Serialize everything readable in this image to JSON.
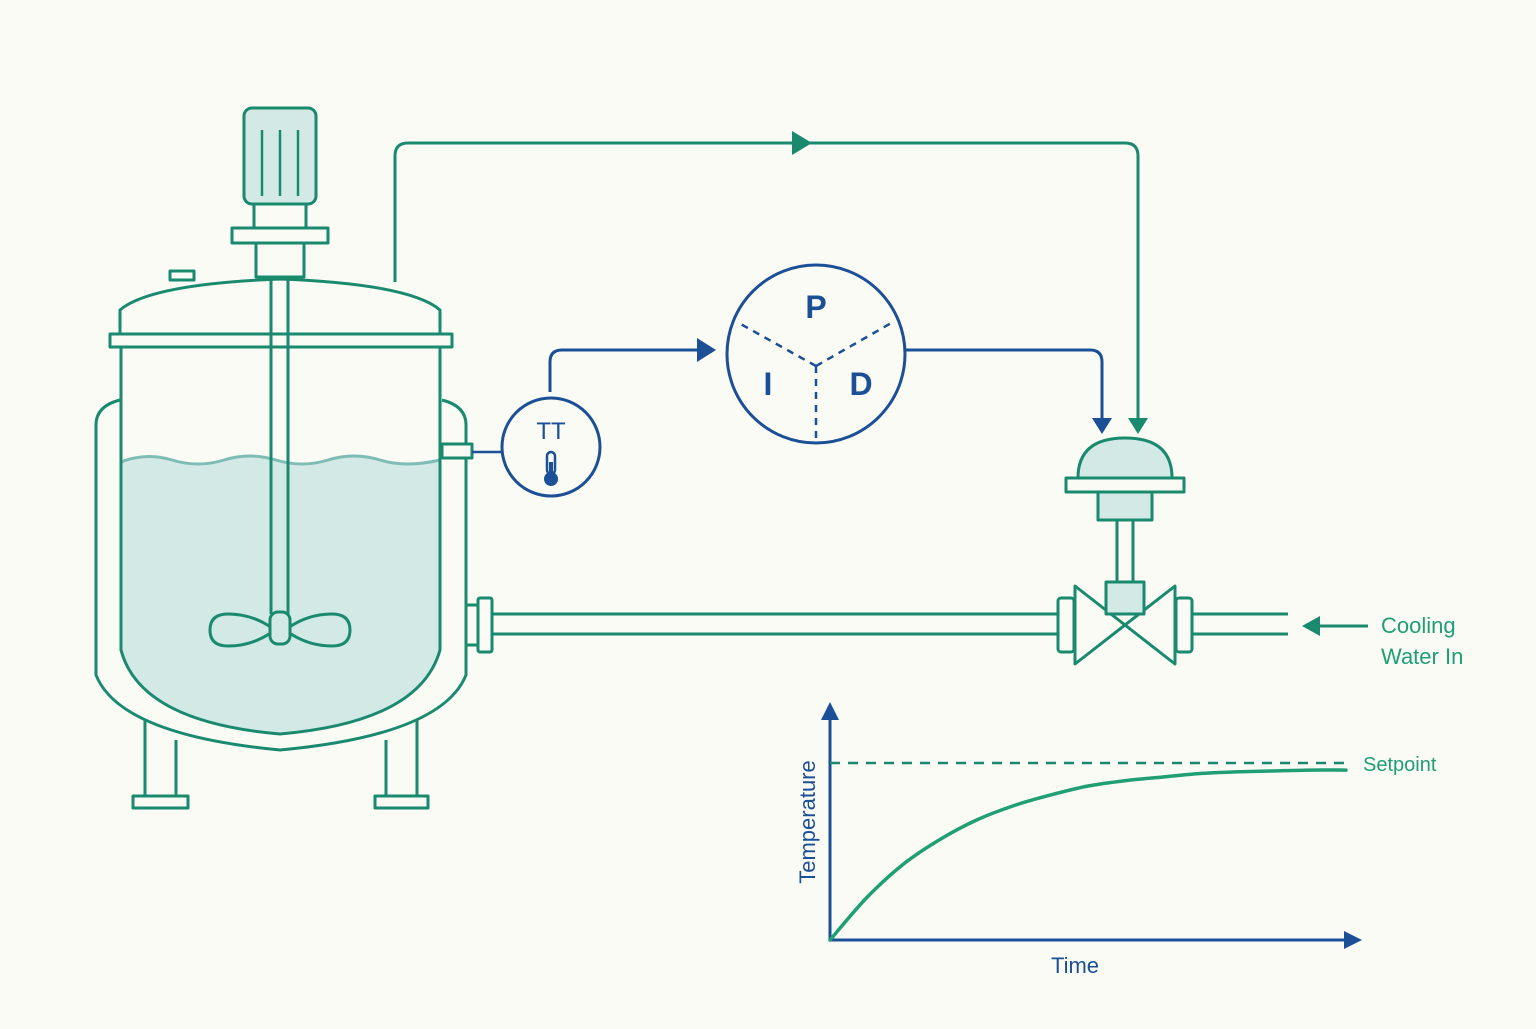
{
  "colors": {
    "background": "#fbfbf6",
    "teal": "#1a8a6f",
    "blue": "#1b4f96",
    "liquid": "#d3e9e6",
    "liquid_edge": "#7fbcb6",
    "green_accent": "#1f9f73"
  },
  "transmitter": {
    "label": "TT",
    "icon": "thermometer-icon"
  },
  "pid": {
    "p_label": "P",
    "i_label": "I",
    "d_label": "D"
  },
  "cooling": {
    "line1": "Cooling",
    "line2": "Water In"
  },
  "chart": {
    "xlabel": "Time",
    "ylabel": "Temperature",
    "setpoint_label": "Setpoint"
  },
  "chart_data": {
    "type": "line",
    "xlabel": "Time",
    "ylabel": "Temperature",
    "grid": false,
    "series": [
      {
        "values": [
          0,
          0.24,
          0.43,
          0.57,
          0.68,
          0.76,
          0.82,
          0.87,
          0.9,
          0.92,
          0.94,
          0.95,
          0.955,
          0.96,
          0.96
        ]
      }
    ],
    "reference_line": {
      "label": "Setpoint",
      "value": 1.0,
      "style": "dashed"
    }
  }
}
